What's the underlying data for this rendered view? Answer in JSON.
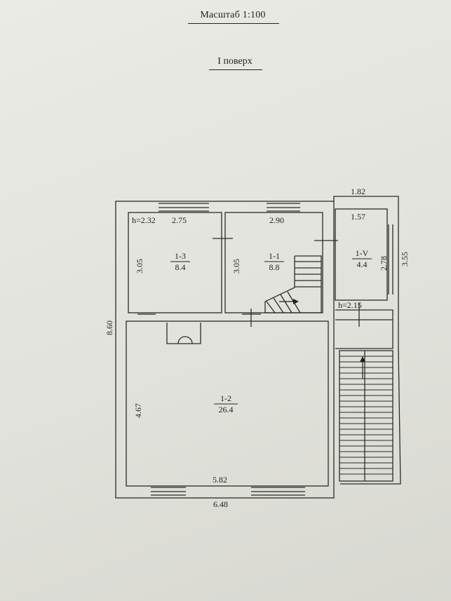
{
  "header": {
    "scale": "Масштаб 1:100",
    "floor": "I поверх"
  },
  "rooms": [
    {
      "id": "1-3",
      "area": "8.4"
    },
    {
      "id": "1-1",
      "area": "8.8"
    },
    {
      "id": "1-V",
      "area": "4.4"
    },
    {
      "id": "1-2",
      "area": "26.4"
    }
  ],
  "dimensions": {
    "top_right_width": "1.82",
    "room_1_3_width": "2.75",
    "room_1_1_width": "2.90",
    "room_1_v_width": "1.57",
    "room_1_3_height": "3.05",
    "room_1_1_height": "3.05",
    "room_1_v_height": "2.78",
    "right_total_height": "3.55",
    "total_height": "8.60",
    "room_1_2_height": "4.67",
    "room_1_2_width": "5.82",
    "total_width": "6.48",
    "ceiling_height_left": "h=2.32",
    "ceiling_height_right": "h=2.15"
  }
}
